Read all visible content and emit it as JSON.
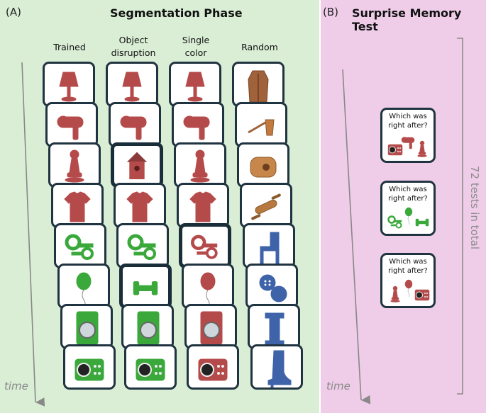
{
  "panel_a": {
    "tag": "(A)",
    "title": "Segmentation Phase",
    "columns": [
      "Trained",
      "Object\ndisruption",
      "Single\ncolor",
      "Random"
    ],
    "time_label": "time"
  },
  "panel_b": {
    "tag": "(B)",
    "title": "Surprise Memory Test",
    "test_question": "Which was right after?",
    "total_label": "72 tests in total",
    "time_label": "time"
  },
  "colors": {
    "red": "#b54a4a",
    "green": "#3aa83a",
    "blue": "#3f63a8",
    "copper": "#b77a42",
    "panel_a_bg": "#d9eed5",
    "panel_b_bg": "#efcde9"
  },
  "grid": {
    "trained": [
      "lamp-icon-red",
      "hairdryer-icon-red",
      "pawn-icon-red",
      "tshirt-icon-red",
      "keys-icon-green",
      "balloon-icon-green",
      "washer-icon-green",
      "radio-icon-green"
    ],
    "disruption": [
      "lamp-icon-red",
      "hairdryer-icon-red",
      "birdhouse-icon-red",
      "tshirt-icon-red",
      "keys-icon-green",
      "dumbbell-icon-green",
      "washer-icon-green",
      "radio-icon-green"
    ],
    "single": [
      "lamp-icon-red",
      "hairdryer-icon-red",
      "pawn-icon-red",
      "tshirt-icon-red",
      "keys-icon-red",
      "balloon-icon-red",
      "washer-icon-red",
      "radio-icon-red"
    ],
    "random": [
      "coat-icon-copper",
      "coffeepot-icon-copper",
      "tapemeasure-icon-copper",
      "rollingpin-icon-copper",
      "chair-icon-blue",
      "buttons-icon-blue",
      "pedestal-icon-blue",
      "boot-icon-blue"
    ]
  },
  "tests": [
    [
      "radio-icon-red",
      "hairdryer-icon-red",
      "pawn-icon-red"
    ],
    [
      "keys-icon-green",
      "balloon-icon-green",
      "dumbbell-icon-green"
    ],
    [
      "pawn-icon-red",
      "balloon-icon-red",
      "radio-icon-red"
    ]
  ]
}
